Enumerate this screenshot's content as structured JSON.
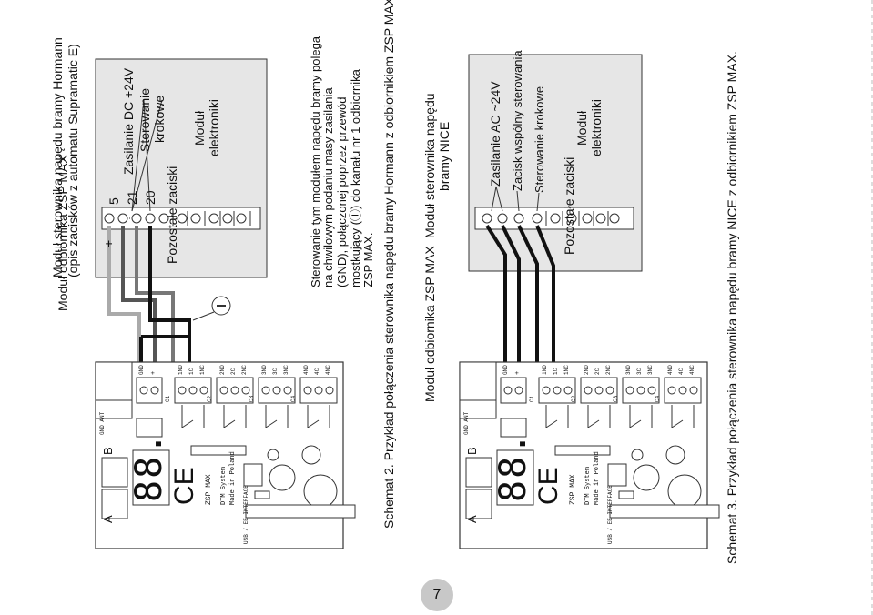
{
  "page_number": "7",
  "schemat2": {
    "caption": "Schemat 2. Przykład połączenia sterownika napędu bramy Hormann z odbiornikiem ZSP MAX.",
    "receiver_title": "Moduł odbiornika ZSP MAX",
    "controller_title_line1": "Moduł sterownika napędu bramy Hormann",
    "controller_title_line2": "(opis zacisków z automatu Supramatic E)",
    "terminal_numbers": [
      "5",
      "21",
      "20"
    ],
    "plus_sign": "+",
    "label_supply": "Zasilanie DC +24V",
    "label_step_line1": "Sterowanie",
    "label_step_line2": "krokowe",
    "label_module_line1": "Moduł",
    "label_module_line2": "elektroniki",
    "label_other_terminals": "Pozostałe zaciski",
    "description_lines": [
      "Sterowanie tym modułem napędu bramy polega",
      "na chwilowym podaniu masy zasilania",
      "(GND), połączonej poprzez przewód",
      "mostkujący (Ⓘ) do kanału nr 1 odbiornika",
      "ZSP MAX."
    ]
  },
  "schemat3": {
    "caption": "Schemat 3. Przykład połączenia sterownika napędu bramy NICE z odbiornikiem ZSP MAX.",
    "receiver_title": "Moduł odbiornika ZSP MAX",
    "controller_title_line1": "Moduł sterownika napędu",
    "controller_title_line2": "bramy NICE",
    "label_supply": "Zasilanie AC ~24V",
    "label_common": "Zacisk wspólny sterowania",
    "label_step": "Sterowanie krokowe",
    "label_module_line1": "Moduł",
    "label_module_line2": "elektroniki",
    "label_other_terminals": "Pozostałe zaciski"
  },
  "board": {
    "corner_a": "A",
    "corner_b": "B",
    "antenna_label": "GND ANT",
    "display_digits": "88.",
    "ce_mark": "CE",
    "model": "ZSP MAX",
    "maker_line1": "DTM System",
    "maker_line2": "Made in Poland",
    "usb_label": "USB / EE INTERFACE",
    "power_terminals": [
      "GND",
      "+"
    ],
    "channel_terminals": [
      [
        "1NO",
        "1C",
        "1NC"
      ],
      [
        "2NO",
        "2C",
        "2NC"
      ],
      [
        "3NO",
        "3C",
        "3NC"
      ],
      [
        "4NO",
        "4C",
        "4NC"
      ]
    ],
    "connector_labels": [
      "C1",
      "C2",
      "C3",
      "C4"
    ]
  },
  "colors": {
    "controller_fill": "#e6e6e6",
    "wire_dark": "#555555",
    "wire_light": "#aaaaaa",
    "wire_black": "#111111",
    "badge_fill": "#c8c8c8"
  }
}
